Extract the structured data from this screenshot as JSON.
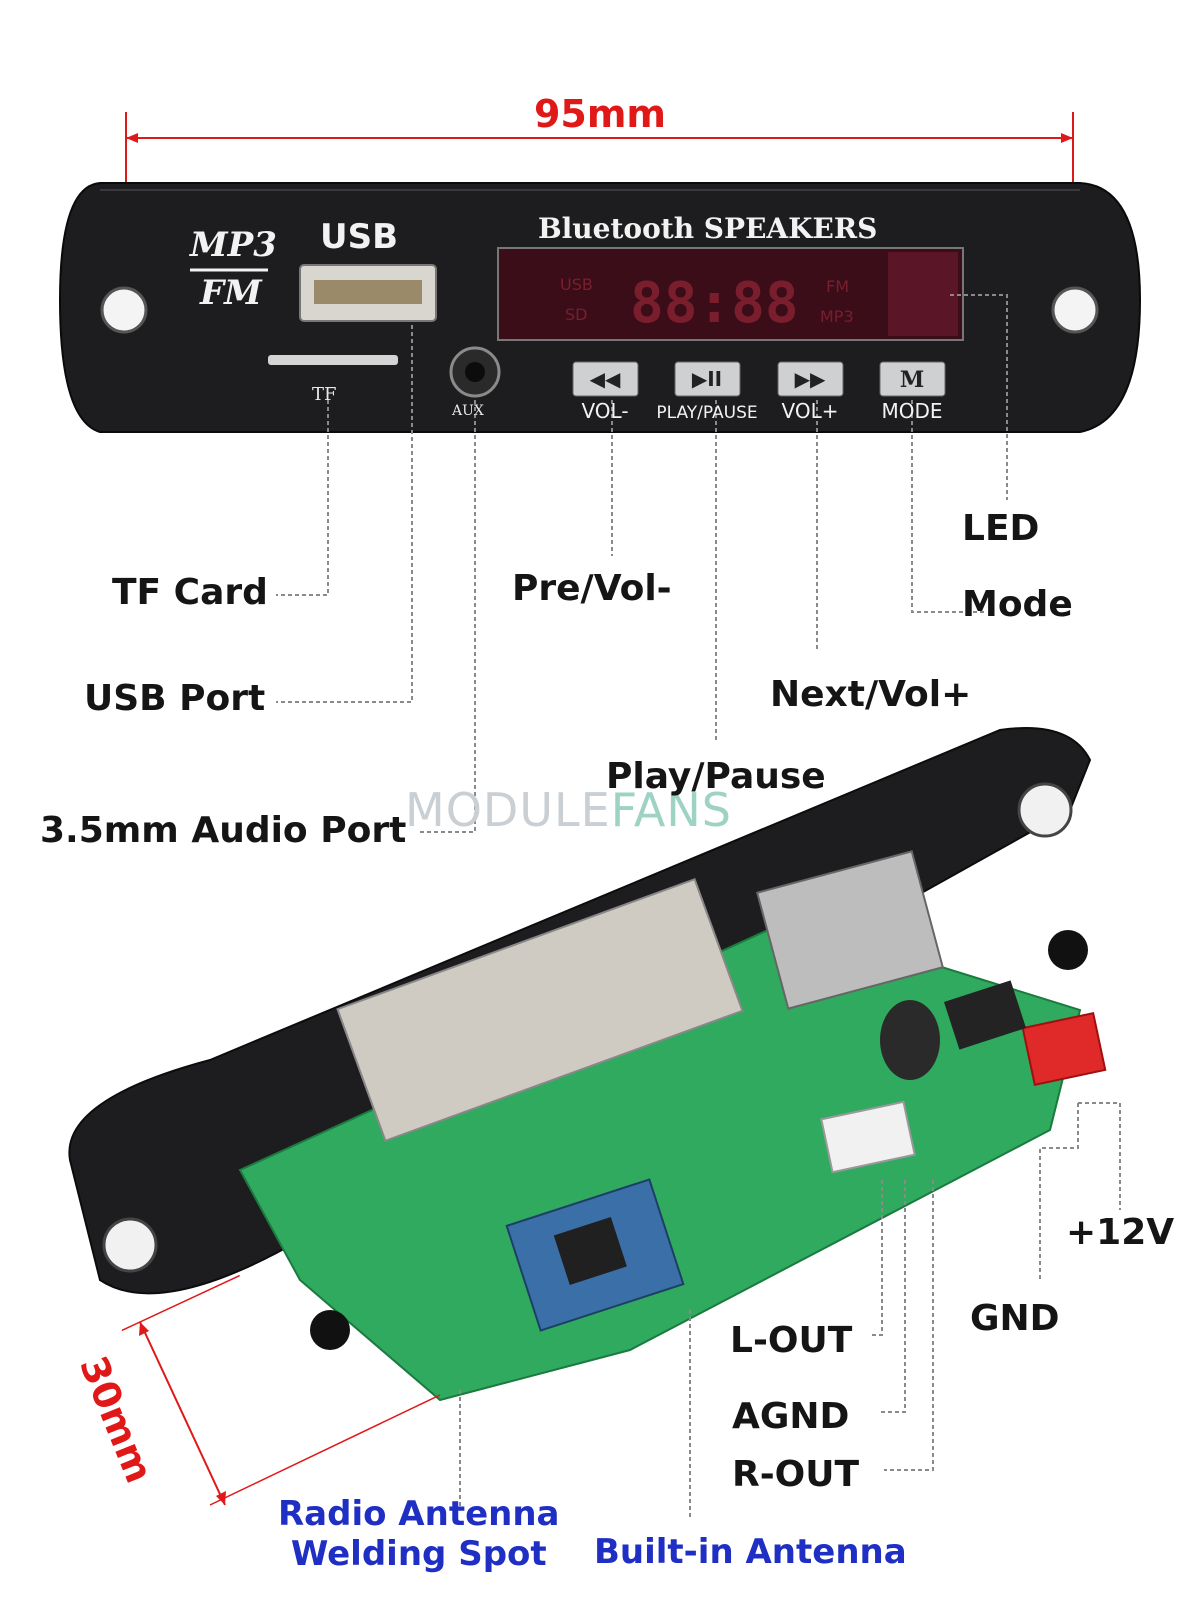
{
  "dimensions": {
    "width": "95mm",
    "height": "30mm"
  },
  "panel": {
    "logo_line1": "MP3",
    "logo_line2": "FM",
    "usb_text": "USB",
    "tf_text": "TF",
    "aux_text": "AUX",
    "brand_text": "Bluetooth SPEAKERS",
    "display_segments": "88:88",
    "display_indicators": [
      "USB",
      "SD",
      "FM",
      "MP3"
    ],
    "buttons": [
      "VOL-",
      "PLAY/PAUSE",
      "VOL+",
      "MODE"
    ]
  },
  "callouts": {
    "tf_card": "TF Card",
    "usb_port": "USB Port",
    "audio_port": "3.5mm Audio Port",
    "pre_vol": "Pre/Vol-",
    "play_pause": "Play/Pause",
    "next_vol": "Next/Vol+",
    "led": "LED",
    "mode": "Mode",
    "plus12v": "+12V",
    "gnd": "GND",
    "l_out": "L-OUT",
    "agnd": "AGND",
    "r_out": "R-OUT",
    "radio_antenna": "Radio Antenna\nWelding Spot",
    "builtin_antenna": "Built-in Antenna"
  },
  "watermark": {
    "part1": "MODULE",
    "part2": "FANS"
  },
  "colors": {
    "dimension": "#e01818",
    "label": "#151515",
    "antenna_label": "#1f2fc4",
    "panel": "#1c1c1c",
    "pcb": "#2faa5e",
    "display_red": "#c0123a"
  }
}
